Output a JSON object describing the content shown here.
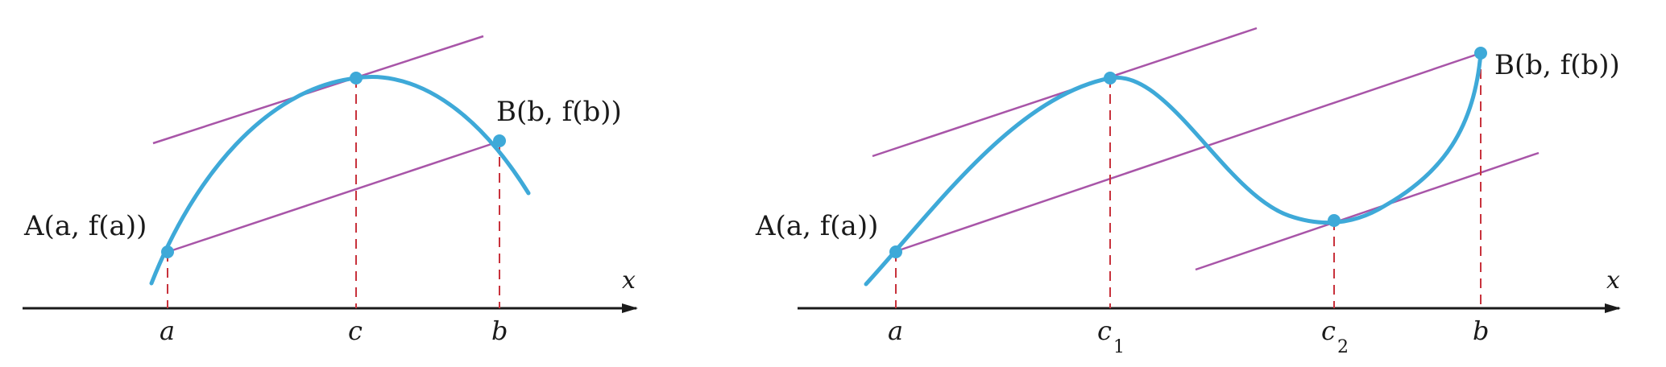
{
  "colors": {
    "curve": "#3ea9d8",
    "point": "#3ea9d8",
    "tangent": "#a855a8",
    "drop": "#c8323c",
    "axis": "#1a1a1a",
    "text": "#1a1a1a"
  },
  "left": {
    "axis_label": "x",
    "point_a_label": "A(a, f(a))",
    "point_b_label": "B(b, f(b))",
    "tick_a": "a",
    "tick_c": "c",
    "tick_b": "b"
  },
  "right": {
    "axis_label": "x",
    "point_a_label": "A(a, f(a))",
    "point_b_label": "B(b, f(b))",
    "tick_a": "a",
    "tick_c1": "c",
    "tick_c1_sub": "1",
    "tick_c2": "c",
    "tick_c2_sub": "2",
    "tick_b": "b"
  }
}
